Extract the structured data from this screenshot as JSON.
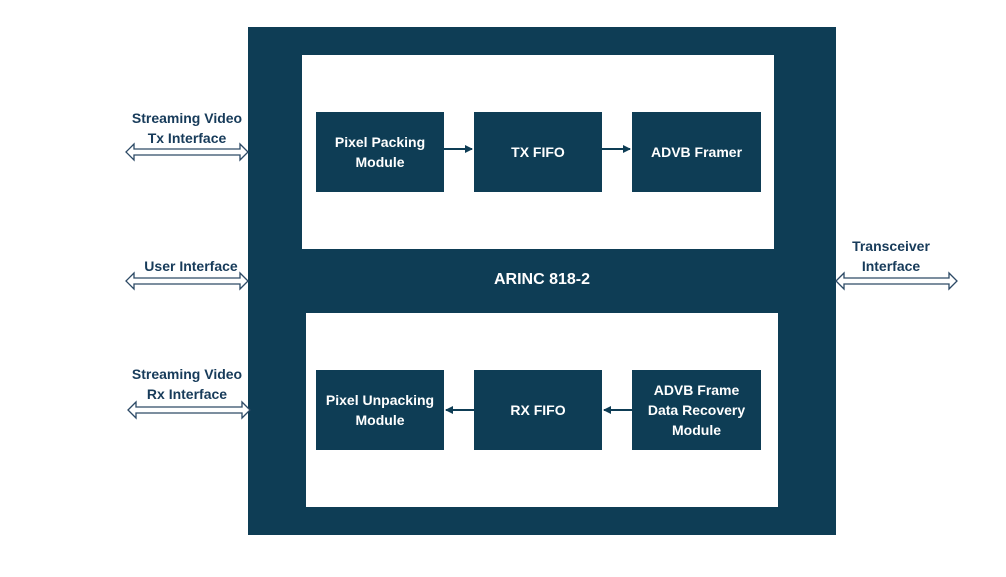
{
  "colors": {
    "dark": "#0e3d55",
    "text": "#173b5a",
    "arrow": "#2d4a66"
  },
  "core": {
    "label": "ARINC 818-2"
  },
  "tx_blocks": {
    "pixel_packing": "Pixel Packing\nModule",
    "tx_fifo": "TX FIFO",
    "advb_framer": "ADVB Framer"
  },
  "rx_blocks": {
    "pixel_unpacking": "Pixel Unpacking\nModule",
    "rx_fifo": "RX FIFO",
    "advb_frame_recovery": "ADVB Frame\nData Recovery\nModule"
  },
  "interfaces": {
    "streaming_tx": "Streaming Video\nTx Interface",
    "user": "User Interface",
    "streaming_rx": "Streaming Video\nRx Interface",
    "transceiver": "Transceiver\nInterface"
  }
}
